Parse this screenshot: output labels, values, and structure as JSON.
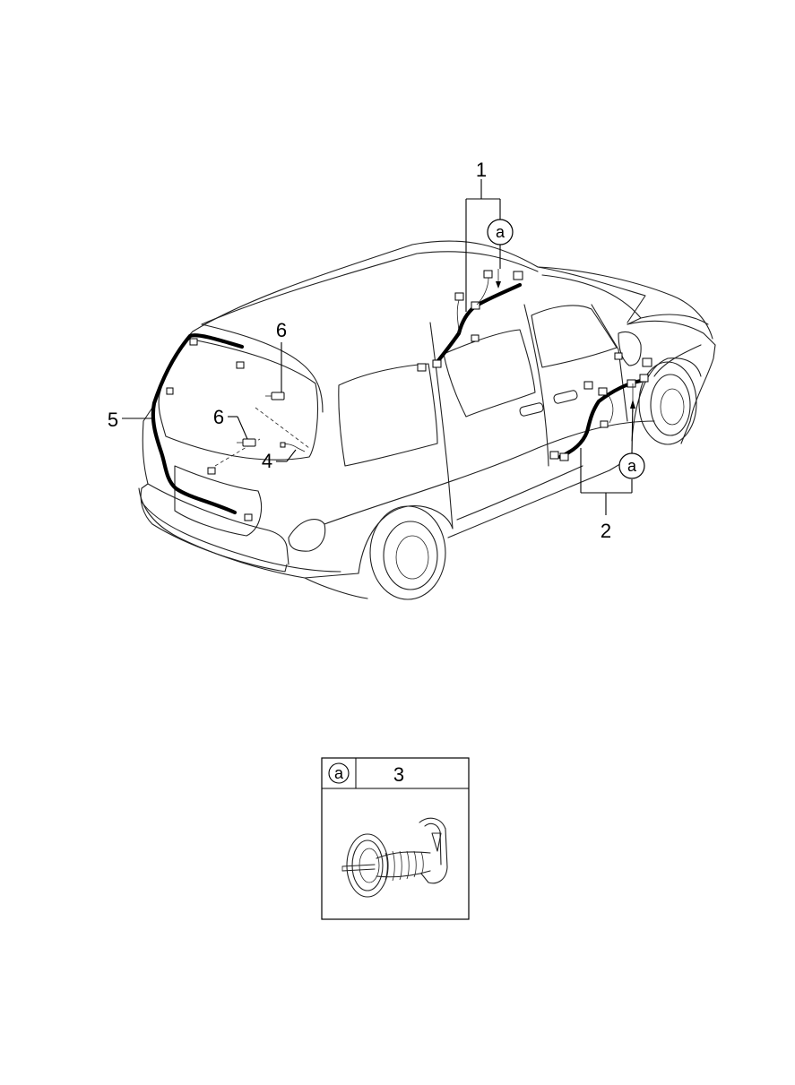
{
  "callouts": {
    "part1": "1",
    "part2": "2",
    "part4": "4",
    "part5": "5",
    "part6_top": "6",
    "part6_mid": "6",
    "ref_a_top": "a",
    "ref_a_right": "a"
  },
  "detail_box": {
    "ref_label": "a",
    "part_number": "3"
  }
}
